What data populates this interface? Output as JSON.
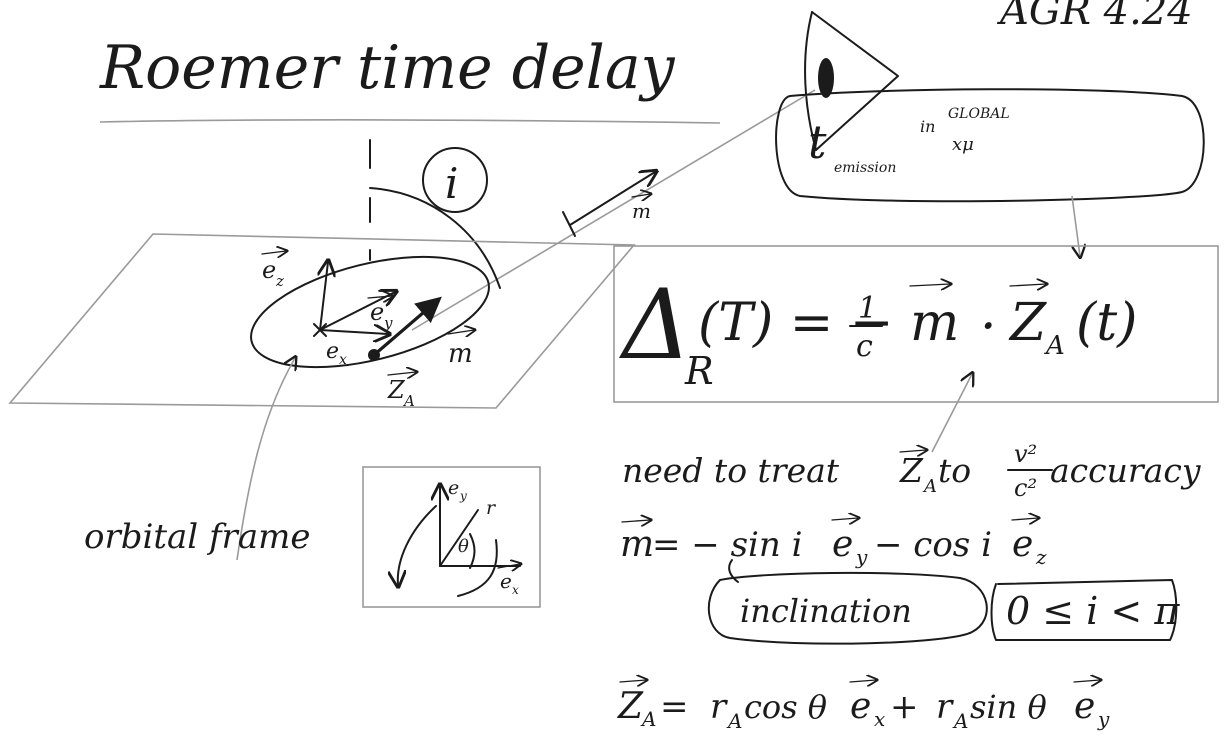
{
  "header": {
    "title": "Roemer time delay",
    "tag": "AGR 4.24"
  },
  "sketch": {
    "angle_label": "i",
    "m_label_far": "m",
    "m_label_near": "m",
    "e_z": "e",
    "e_z_sub": "z",
    "e_y": "e",
    "e_y_sub": "y",
    "e_x": "e",
    "e_x_sub": "x",
    "z_a": "Z",
    "z_a_sub": "A",
    "orbital_frame_label": "orbital frame"
  },
  "inset": {
    "e_y": "e",
    "e_y_sub": "y",
    "r": "r",
    "theta": "θ",
    "e_x": "e",
    "e_x_sub": "x"
  },
  "bubble": {
    "t": "t",
    "t_sub": "emission",
    "in": "in",
    "global": "GLOBAL",
    "x_mu": "xμ"
  },
  "formula": {
    "delta": "Δ",
    "delta_sub": "R",
    "rhs": "(T) = − ",
    "frac_num": "1",
    "frac_den": "c",
    "m": "m",
    "dot": "·",
    "z": "Z",
    "z_sub": "A",
    "t_arg": "(t)"
  },
  "notes": {
    "accuracy_pre": "need to treat ",
    "accuracy_z": "Z",
    "accuracy_z_sub": "A",
    "accuracy_to": " to ",
    "accuracy_num": "v²",
    "accuracy_den": "c²",
    "accuracy_post": " accuracy",
    "m_def_lhs": "m",
    "m_def_eq": " = − sin i ",
    "m_def_ey": "e",
    "m_def_ey_sub": "y",
    "m_def_mid": " − cos i ",
    "m_def_ez": "e",
    "m_def_ez_sub": "z",
    "inclination": "inclination",
    "range": "0 ≤ i < π",
    "z_def_lhs": "Z",
    "z_def_lhs_sub": "A",
    "z_def_eq": " = ",
    "z_def_r1": "r",
    "z_def_r1_sub": "A",
    "z_def_cos": " cos θ ",
    "z_def_ex": "e",
    "z_def_ex_sub": "x",
    "z_def_plus": " + ",
    "z_def_r2": "r",
    "z_def_r2_sub": "A",
    "z_def_sin": " sin θ ",
    "z_def_ey": "e",
    "z_def_ey_sub": "y"
  }
}
